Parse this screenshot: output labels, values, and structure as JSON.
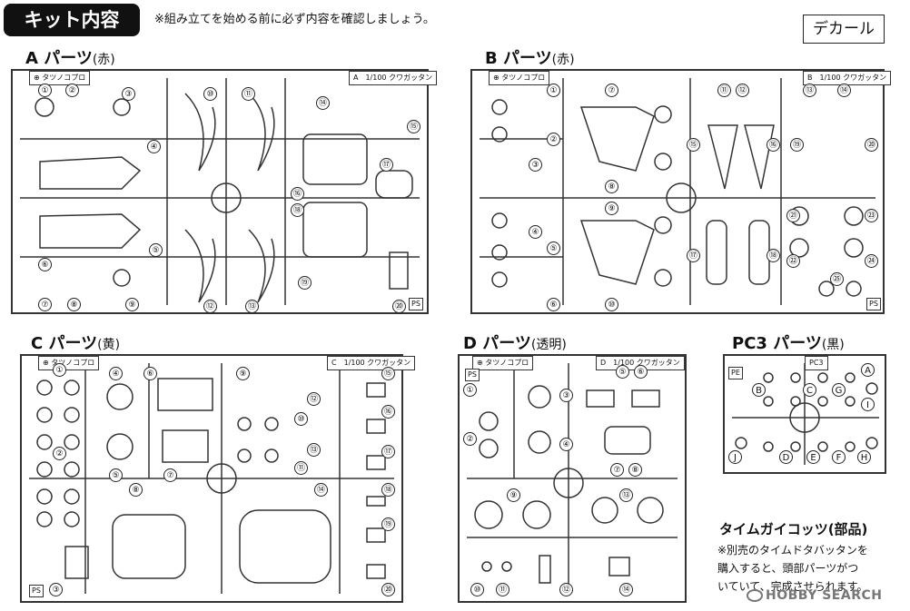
{
  "header": {
    "title": "キット内容",
    "note": "※組み立てを始める前に必ず内容を確認しましょう。",
    "decal_button": "デカール"
  },
  "sections": {
    "a": {
      "title": "A パーツ",
      "color": "(赤)",
      "maker": "⊕ タツノコプロ",
      "runner": "A　1/100 クワガッタン",
      "ps": "PS",
      "nums": [
        "①",
        "②",
        "③",
        "④",
        "⑤",
        "⑥",
        "⑦",
        "⑧",
        "⑨",
        "⑩",
        "⑪",
        "⑫",
        "⑬",
        "⑭",
        "⑮",
        "⑯",
        "⑰",
        "⑱",
        "⑲",
        "⑳"
      ]
    },
    "b": {
      "title": "B パーツ",
      "color": "(赤)",
      "maker": "⊕ タツノコプロ",
      "runner": "B　1/100 クワガッタン",
      "ps": "PS",
      "nums": [
        "①",
        "②",
        "③",
        "④",
        "⑤",
        "⑥",
        "⑦",
        "⑧",
        "⑨",
        "⑩",
        "⑪",
        "⑫",
        "⑬",
        "⑭",
        "⑮",
        "⑯",
        "⑰",
        "⑱",
        "⑲",
        "⑳",
        "㉑",
        "㉒",
        "㉓",
        "㉔",
        "㉕"
      ]
    },
    "c": {
      "title": "C パーツ",
      "color": "(黄)",
      "maker": "⊕ タツノコプロ",
      "runner": "C　1/100 クワガッタン",
      "ps": "PS",
      "nums": [
        "①",
        "②",
        "③",
        "④",
        "⑤",
        "⑥",
        "⑦",
        "⑧",
        "⑨",
        "⑩",
        "⑪",
        "⑫",
        "⑬",
        "⑭",
        "⑮",
        "⑯",
        "⑰",
        "⑱",
        "⑲",
        "⑳"
      ]
    },
    "d": {
      "title": "D パーツ",
      "color": "(透明)",
      "maker": "⊕ タツノコプロ",
      "runner": "D　1/100 クワガッタン",
      "ps": "PS",
      "nums": [
        "①",
        "②",
        "③",
        "④",
        "⑤",
        "⑥",
        "⑦",
        "⑧",
        "⑨",
        "⑩",
        "⑪",
        "⑫",
        "⑬",
        "⑭"
      ]
    },
    "pc3": {
      "title": "PC3 パーツ",
      "color": "(黒)",
      "runner": "PC3",
      "pe": "PE",
      "letters": [
        "A",
        "B",
        "C",
        "D",
        "E",
        "F",
        "G",
        "H",
        "I",
        "J"
      ]
    }
  },
  "note": {
    "title": "タイムガイコッツ(部品)",
    "lines": [
      "※別売のタイムドタバッタンを",
      "購入すると、頭部パーツがつ",
      "いていて、完成させられます。"
    ]
  },
  "watermark": "HOBBY SEARCH"
}
